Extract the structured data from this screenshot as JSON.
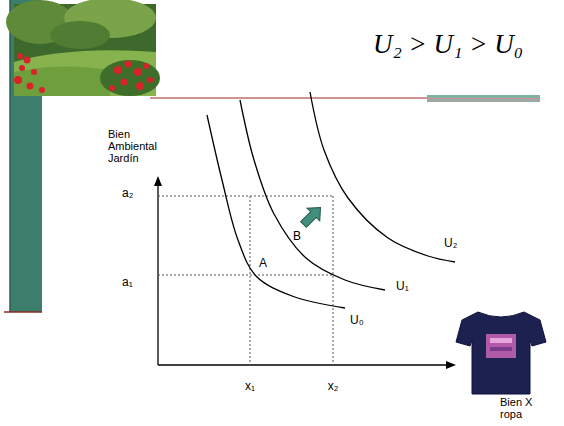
{
  "diagram": {
    "labels": [
      "U₂ > U₁ > U₀",
      "Bien Ambiental Jardín",
      "a₂",
      "a₁",
      "B",
      "A",
      "U₂",
      "U₁",
      "U₀",
      "x₁",
      "x₂",
      "Bien X ropa"
    ]
  }
}
